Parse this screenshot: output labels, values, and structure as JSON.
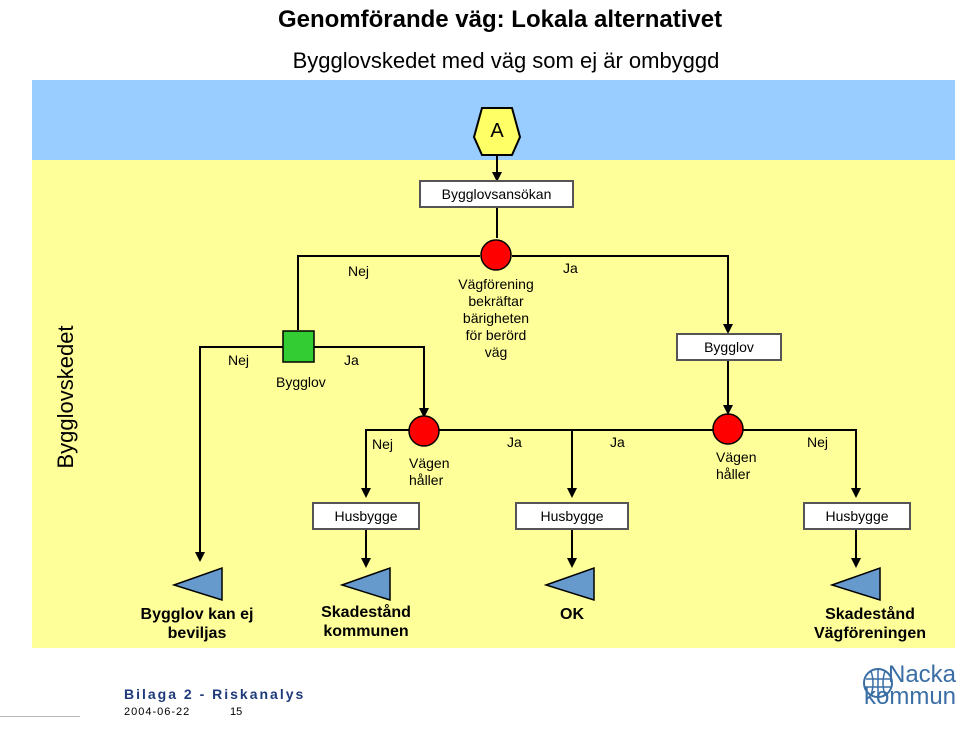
{
  "title": "Genomförande väg: Lokala alternativet",
  "subtitle": "Bygglovskedet med väg som ej är ombyggd",
  "side_label": "Bygglovskedet",
  "start_node": "A",
  "boxes": {
    "application": "Bygglovsansökan",
    "permit_right": "Bygglov",
    "build_left": "Husbygge",
    "build_mid": "Husbygge",
    "build_right": "Husbygge"
  },
  "decision_labels": {
    "road_association": "Vägförening bekräftar bärigheten för berörd väg",
    "permit_left": "Bygglov",
    "road_holds_left": "Vägen håller",
    "road_holds_right": "Vägen håller"
  },
  "branch_labels": {
    "top_no": "Nej",
    "top_yes": "Ja",
    "permit_no": "Nej",
    "permit_yes": "Ja",
    "left_holds_no": "Nej",
    "left_holds_yes": "Ja",
    "right_holds_yes": "Ja",
    "right_holds_no": "Nej"
  },
  "outcomes": {
    "o1": "Bygglov kan ej beviljas",
    "o2": "Skadestånd kommunen",
    "o3": "OK",
    "o4": "Skadestånd Vägföreningen"
  },
  "footer": {
    "appendix": "Bilaga 2 - Riskanalys",
    "date": "2004-06-22",
    "page": "15",
    "logo_line1": "Nacka",
    "logo_line2": "kommun"
  },
  "colors": {
    "band_top": "#99ccff",
    "band_main": "#ffff99",
    "decision_red": "#ff0000",
    "decision_green": "#33cc33",
    "outcome_triangle": "#6699cc",
    "start_hexagon": "#ffff66"
  }
}
